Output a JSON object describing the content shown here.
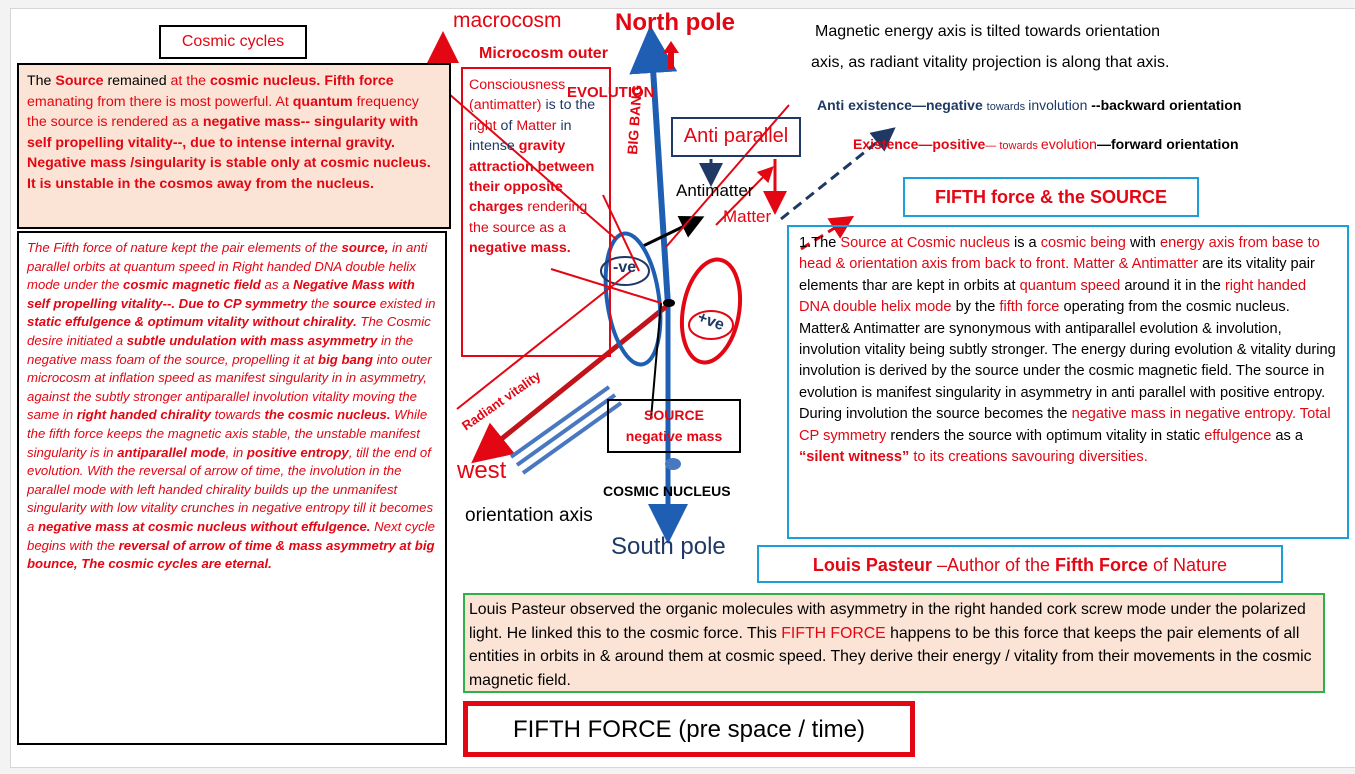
{
  "colors": {
    "red": "#e30613",
    "blue": "#1f5fb3",
    "navy": "#1f3864",
    "peach": "#fbe4d5",
    "green": "#2db14a",
    "cyan": "#1aa0d8",
    "black": "#000000"
  },
  "cosmic_cycles": {
    "title": "Cosmic cycles"
  },
  "source_box": {
    "p": [
      {
        "t": "The ",
        "c": "k"
      },
      {
        "t": "Source",
        "c": "rb"
      },
      {
        "t": " remained ",
        "c": "k"
      },
      {
        "t": "at the ",
        "c": "r"
      },
      {
        "t": "cosmic nucleus. Fifth force",
        "c": "rb"
      },
      {
        "t": " emanating from there  is  most powerful. At ",
        "c": "r"
      },
      {
        "t": "quantum",
        "c": "rb"
      },
      {
        "t": " frequency the source is rendered  as a ",
        "c": "r"
      },
      {
        "t": "negative mass-- singularity  with self propelling vitality--,  due to intense internal gravity.  Negative mass /singularity is stable only at  cosmic nucleus. It is unstable in the cosmos away from the nucleus.",
        "c": "rb"
      }
    ]
  },
  "fifth_force_box": {
    "p": [
      {
        "t": "  The Fifth force  of nature kept the pair elements of the ",
        "c": "r"
      },
      {
        "t": "source,",
        "c": "rb"
      },
      {
        "t": " in anti parallel orbits at quantum speed in  Right handed DNA double helix mode under the ",
        "c": "r"
      },
      {
        "t": "cosmic magnetic field",
        "c": "rb"
      },
      {
        "t": " as a ",
        "c": "r"
      },
      {
        "t": "Negative Mass with self propelling vitality--. Due to CP symmetry",
        "c": "rb"
      },
      {
        "t": " the ",
        "c": "r"
      },
      {
        "t": "source",
        "c": "rb"
      },
      {
        "t": " existed in ",
        "c": "r"
      },
      {
        "t": "static effulgence & optimum vitality without chirality.",
        "c": "rb"
      },
      {
        "t": " The C",
        "c": "r"
      },
      {
        "t": "osmic desire",
        "c": "r"
      },
      {
        "t": " initiated a ",
        "c": "r"
      },
      {
        "t": "subtle undulation with mass  asymmetry",
        "c": "rb"
      },
      {
        "t": "  in the negative mass foam of the source, propelling it at ",
        "c": "r"
      },
      {
        "t": "big bang",
        "c": "rb"
      },
      {
        "t": " into outer microcosm at inflation speed  as manifest singularity in in asymmetry, against the subtly stronger antiparallel involution vitality moving the same in ",
        "c": "r"
      },
      {
        "t": "right handed chirality",
        "c": "rb"
      },
      {
        "t": " towards ",
        "c": "r"
      },
      {
        "t": "the cosmic nucleus.",
        "c": "rb"
      },
      {
        "t": "  While the fifth force keeps the magnetic axis stable, the unstable manifest singularity is in ",
        "c": "r"
      },
      {
        "t": "antiparallel mode",
        "c": "rb"
      },
      {
        "t": ",  in ",
        "c": "r"
      },
      {
        "t": "positive entropy",
        "c": "rb"
      },
      {
        "t": ", till the end of evolution.  With the reversal of arrow of time,  the involution in the parallel mode with left handed chirality  builds up the unmanifest singularity with low vitality crunches in negative entropy till it becomes a ",
        "c": "r"
      },
      {
        "t": "negative mass at cosmic nucleus without effulgence.",
        "c": "rb"
      },
      {
        "t": " Next cycle begins with the ",
        "c": "r"
      },
      {
        "t": "reversal of arrow of time & mass asymmetry  at big bounce",
        "c": "rb"
      },
      {
        "t": ", The  cosmic cycles are eternal.",
        "c": "rb"
      }
    ]
  },
  "diagram": {
    "macrocosm": "macrocosm",
    "north_pole": "North pole",
    "microcosm_outer": "Microcosm outer",
    "evolution": "EVOLUTION",
    "big_bang": "BIG BANG",
    "anti_parallel": "Anti parallel",
    "antimatter": "Antimatter",
    "matter": "Matter",
    "minus_ve": "-ve",
    "plus_ve": "+ve",
    "radiant_vitality": "Radiant vitality",
    "west": "west",
    "source_label_1": "SOURCE",
    "source_label_2": "negative mass",
    "cosmic_nucleus": "COSMIC NUCLEUS",
    "orientation_axis": "orientation axis",
    "south_pole": "South pole"
  },
  "consciousness_box": {
    "p": [
      {
        "t": "Consciousness (antimatter)",
        "c": "r"
      },
      {
        "t": " is to the  ",
        "c": "n"
      },
      {
        "t": "right",
        "c": "r"
      },
      {
        "t": " of ",
        "c": "n"
      },
      {
        "t": "Matter",
        "c": "r"
      },
      {
        "t": " in intense ",
        "c": "n"
      },
      {
        "t": "gravity attraction between their opposite charges",
        "c": "rb"
      },
      {
        "t": " rendering the source as a ",
        "c": "r"
      },
      {
        "t": "negative mass.",
        "c": "rb"
      }
    ]
  },
  "magnetic_note": {
    "line1": "Magnetic  energy axis is tilted towards orientation",
    "line2": "axis, as radiant vitality projection is along that axis."
  },
  "anti_existence": {
    "a": "Anti existence",
    "b": "—negative ",
    "c": "towards ",
    "d": "involution ",
    "e": "--backward  orientation"
  },
  "existence": {
    "a": "Existence",
    "b": "—positive",
    "c": "— towards ",
    "d": "evolution",
    "e": "—forward orientation"
  },
  "fifth_source_title": "FIFTH force & the SOURCE",
  "right_box": {
    "p": [
      {
        "t": "1.The  ",
        "c": "k"
      },
      {
        "t": "Source at Cosmic nucleus",
        "c": "r"
      },
      {
        "t": "  is a ",
        "c": "k"
      },
      {
        "t": "cosmic being",
        "c": "r"
      },
      {
        "t": " with ",
        "c": "k"
      },
      {
        "t": "energy axis from base to head & orientation axis from back to front.",
        "c": "r"
      },
      {
        "t": " Matter & Antimatter",
        "c": "r"
      },
      {
        "t": " are  its vitality pair elements thar are kept in orbits at ",
        "c": "k"
      },
      {
        "t": "quantum speed",
        "c": "r"
      },
      {
        "t": "  around it in the  ",
        "c": "k"
      },
      {
        "t": "right handed DNA double helix mode",
        "c": "r"
      },
      {
        "t": " by the ",
        "c": "k"
      },
      {
        "t": "fifth force",
        "c": "r"
      },
      {
        "t": " operating from the cosmic nucleus. Matter& Antimatter are synonymous with antiparallel  evolution & involution, involution vitality being subtly stronger. The energy during evolution & vitality during involution is derived by the source under the cosmic magnetic field. The source in evolution is manifest singularity in asymmetry in anti  parallel with positive entropy. During involution the source becomes the ",
        "c": "k"
      },
      {
        "t": "negative mass in negative entropy. Total",
        "c": "r"
      },
      {
        "t": "  CP symmetry ",
        "c": "r"
      },
      {
        "t": " renders the source with optimum vitality in static ",
        "c": "k"
      },
      {
        "t": "effulgence",
        "c": "r"
      },
      {
        "t": " as a  ",
        "c": "k"
      },
      {
        "t": "“silent witness”",
        "c": "rb"
      },
      {
        "t": " to its creations savouring diversities.",
        "c": "r"
      }
    ]
  },
  "pasteur_title": {
    "a": "Louis Pasteur ",
    "b": "–Author of the ",
    "c": "Fifth Force",
    "d": " of Nature"
  },
  "pasteur_box": {
    "p": [
      {
        "t": "Louis Pasteur observed the organic molecules with asymmetry in the right handed cork screw mode under the polarized light. He linked this to the cosmic force. This  ",
        "c": "k"
      },
      {
        "t": "FIFTH FORCE",
        "c": "r"
      },
      {
        "t": "  happens to be this force that  keeps the pair elements of all entities  in orbits in & around them at cosmic speed.  They derive their energy / vitality from their movements in the cosmic magnetic field.",
        "c": "k"
      }
    ]
  },
  "footer_title": "FIFTH FORCE (pre space / time)"
}
